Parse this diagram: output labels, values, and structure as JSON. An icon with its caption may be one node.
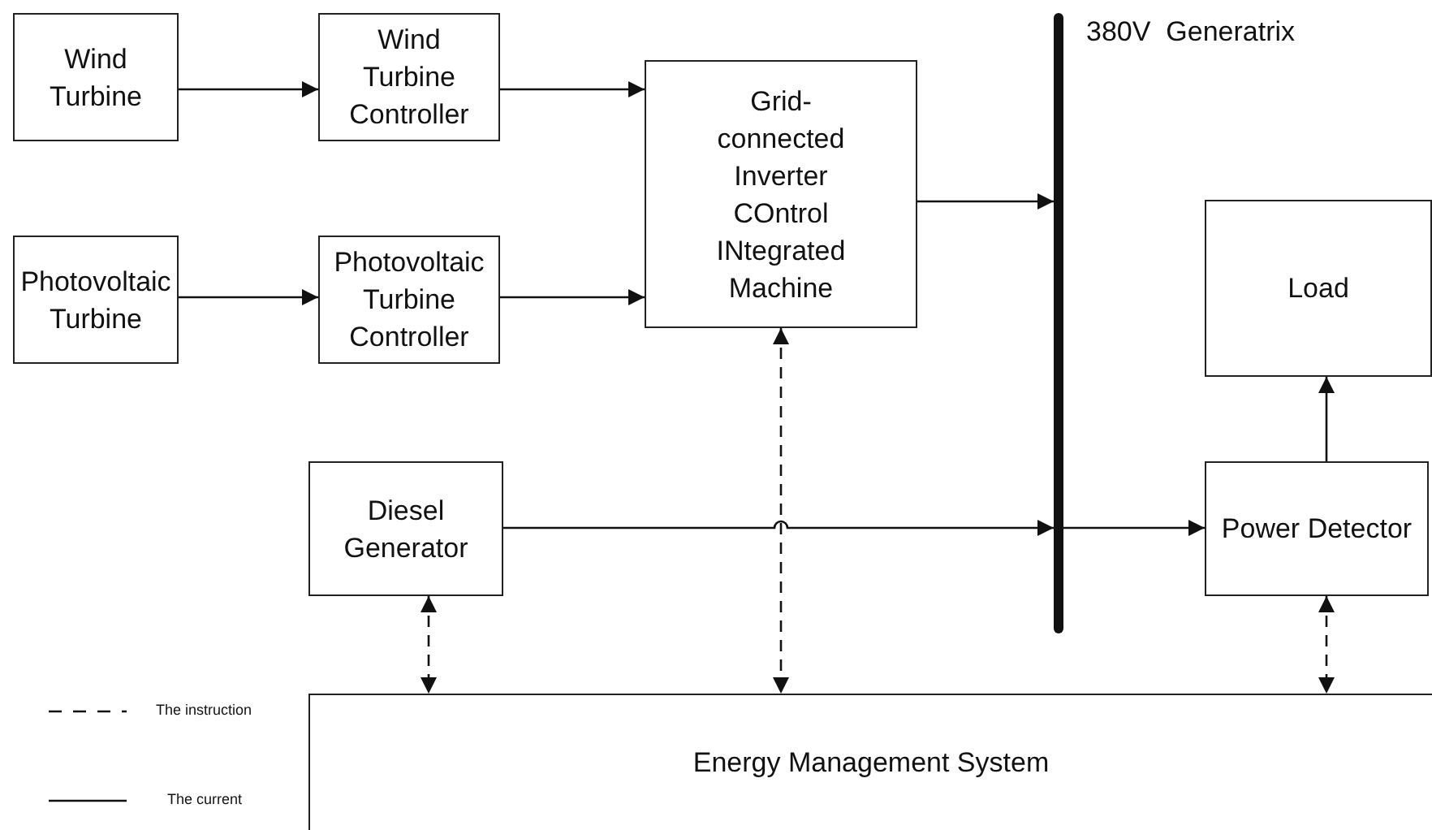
{
  "diagram": {
    "nodes": [
      {
        "text": [
          "Wind Turbine"
        ]
      },
      {
        "text": [
          "Wind Turbine Controller"
        ]
      },
      {
        "text": [
          "Photovoltaic Turbine"
        ]
      },
      {
        "text": [
          "Photovoltaic Turbine Controller"
        ]
      },
      {
        "text": [
          "Grid-connected Inverter COntrol INtegrated Machine"
        ]
      },
      {
        "text": [],
        "shape": "bar",
        "beside": [
          "380V  Generatrix"
        ]
      },
      {
        "text": [
          "Load"
        ]
      },
      {
        "text": [
          "Diesel Generator"
        ]
      },
      {
        "text": [
          "Power Detector"
        ]
      },
      {
        "text": [
          "Energy Management System"
        ]
      }
    ],
    "edges": [
      {
        "from": 0,
        "to": 1,
        "arrow": "to"
      },
      {
        "from": 1,
        "to": 4,
        "arrow": "to"
      },
      {
        "from": 2,
        "to": 3,
        "arrow": "to"
      },
      {
        "from": 3,
        "to": 4,
        "arrow": "to"
      },
      {
        "from": 4,
        "to": 5,
        "arrow": "to"
      },
      {
        "from": 7,
        "to": 5,
        "arrow": "to"
      },
      {
        "from": 5,
        "to": 8,
        "arrow": "to"
      },
      {
        "from": 8,
        "to": 6,
        "arrow": "to"
      },
      {
        "from": 7,
        "to": 9,
        "arrow": "both",
        "style": "dashed"
      },
      {
        "from": 4,
        "to": 9,
        "arrow": "both",
        "style": "dashed"
      },
      {
        "from": 8,
        "to": 9,
        "arrow": "both",
        "style": "dashed"
      }
    ],
    "legend": [
      {
        "text": "The instruction"
      },
      {
        "text": "The current"
      }
    ]
  }
}
